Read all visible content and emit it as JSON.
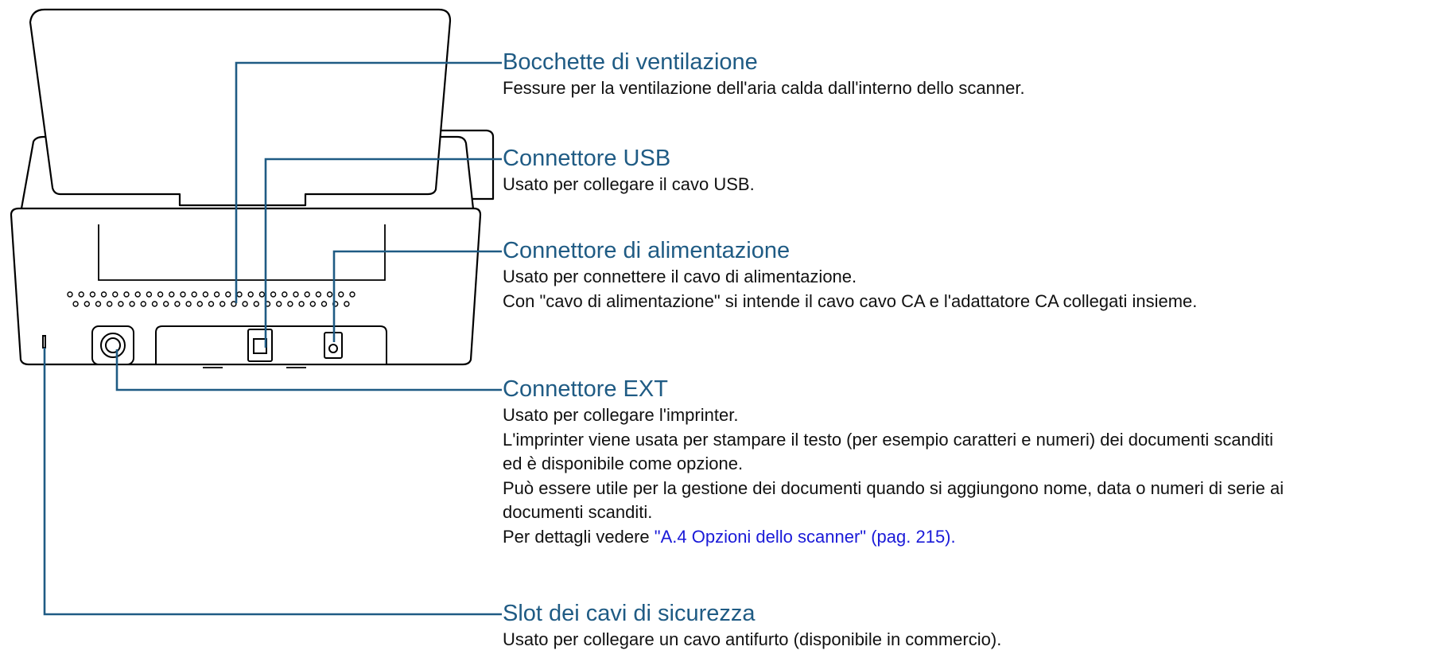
{
  "callouts": [
    {
      "heading": "Bocchette di ventilazione",
      "lines": [
        "Fessure per la ventilazione dell'aria calda dall'interno dello scanner."
      ]
    },
    {
      "heading": "Connettore USB",
      "lines": [
        "Usato per collegare il cavo USB."
      ]
    },
    {
      "heading": "Connettore di alimentazione",
      "lines": [
        "Usato per connettere il cavo di alimentazione.",
        "Con \"cavo di alimentazione\" si intende il cavo cavo CA e l'adattatore CA collegati insieme."
      ]
    },
    {
      "heading": "Connettore EXT",
      "lines": [
        "Usato per collegare l'imprinter.",
        "L'imprinter viene usata per stampare il testo (per esempio caratteri e numeri) dei documenti scanditi",
        "ed è disponibile come opzione.",
        "Può essere utile per la gestione dei documenti quando si aggiungono nome, data o numeri di serie ai",
        "documenti scanditi."
      ],
      "ref_prefix": "Per dettagli vedere ",
      "ref_link": "\"A.4 Opzioni dello scanner\" (pag. 215)."
    },
    {
      "heading": "Slot dei cavi di sicurezza",
      "lines": [
        "Usato per collegare un cavo antifurto (disponibile in commercio)."
      ]
    }
  ],
  "colors": {
    "heading": "#1f5b84",
    "leader_line": "#1f5b84",
    "link": "#1a1ad8",
    "body_text": "#111111",
    "illustration_stroke": "#000000"
  }
}
